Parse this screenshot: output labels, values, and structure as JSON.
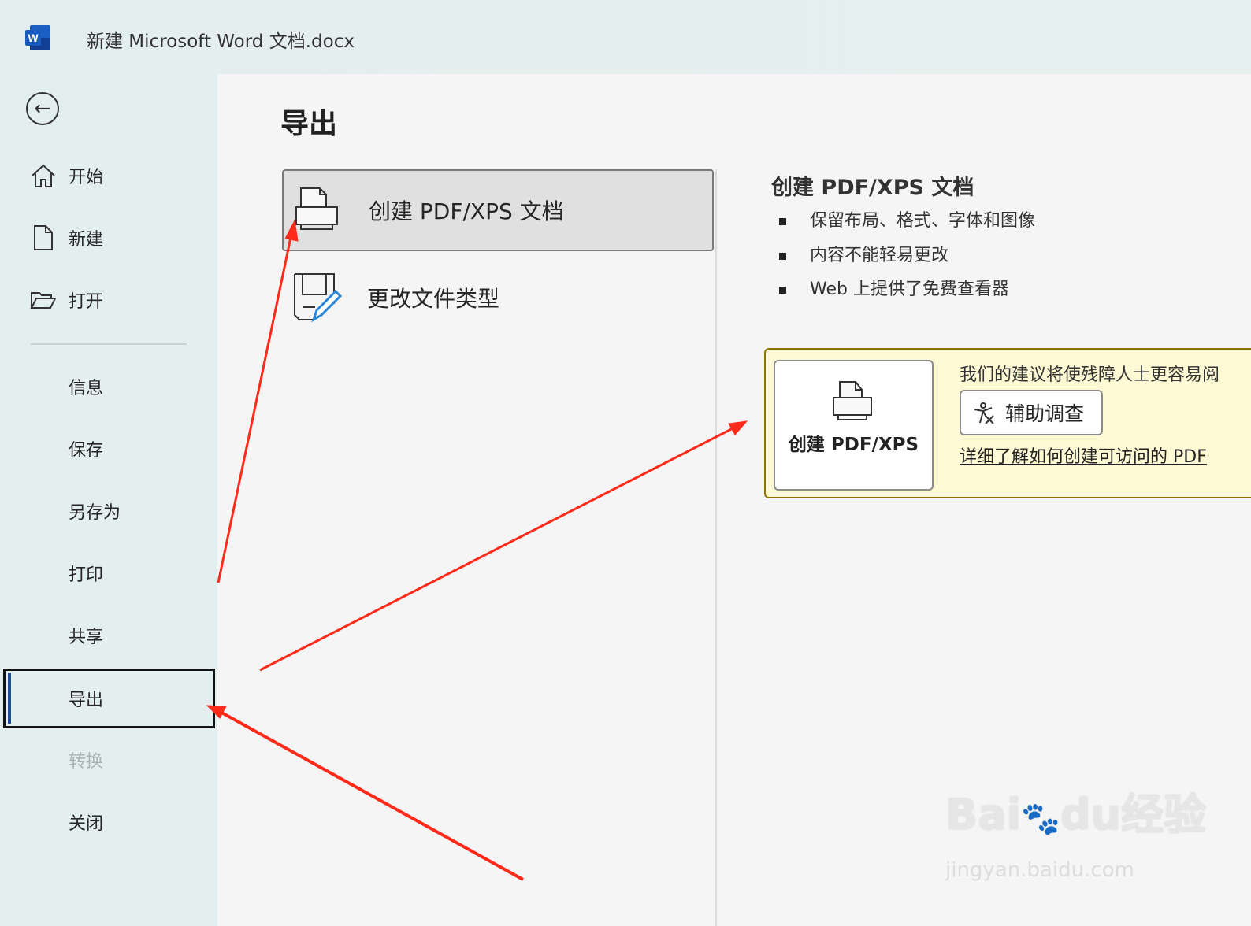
{
  "window": {
    "title": "新建 Microsoft Word 文档.docx",
    "app_icon": "word-icon"
  },
  "sidebar": {
    "back_icon": "arrow-left-circle-icon",
    "items": [
      {
        "label": "开始",
        "icon": "home-icon"
      },
      {
        "label": "新建",
        "icon": "new-document-icon"
      },
      {
        "label": "打开",
        "icon": "folder-open-icon"
      },
      {
        "label": "信息"
      },
      {
        "label": "保存"
      },
      {
        "label": "另存为"
      },
      {
        "label": "打印"
      },
      {
        "label": "共享"
      },
      {
        "label": "导出",
        "selected": true
      },
      {
        "label": "转换",
        "disabled": true
      },
      {
        "label": "关闭"
      }
    ]
  },
  "main": {
    "title": "导出",
    "options": [
      {
        "label": "创建 PDF/XPS 文档",
        "icon": "pdf-printer-icon",
        "selected": true
      },
      {
        "label": "更改文件类型",
        "icon": "change-file-type-icon"
      }
    ],
    "detail": {
      "title": "创建 PDF/XPS 文档",
      "bullets": [
        "保留布局、格式、字体和图像",
        "内容不能轻易更改",
        "Web 上提供了免费查看器"
      ],
      "create_button": "创建 PDF/XPS",
      "recommendation": "我们的建议将使残障人士更容易阅",
      "accessibility_button": "辅助调查",
      "learn_link": "详细了解如何创建可访问的 PDF"
    }
  },
  "colors": {
    "annotation_arrow": "#ff2a1a",
    "card_bg": "#fdf9d4",
    "card_border": "#8c7300"
  },
  "watermark": {
    "logo": "Baidu经验",
    "url": "jingyan.baidu.com"
  }
}
